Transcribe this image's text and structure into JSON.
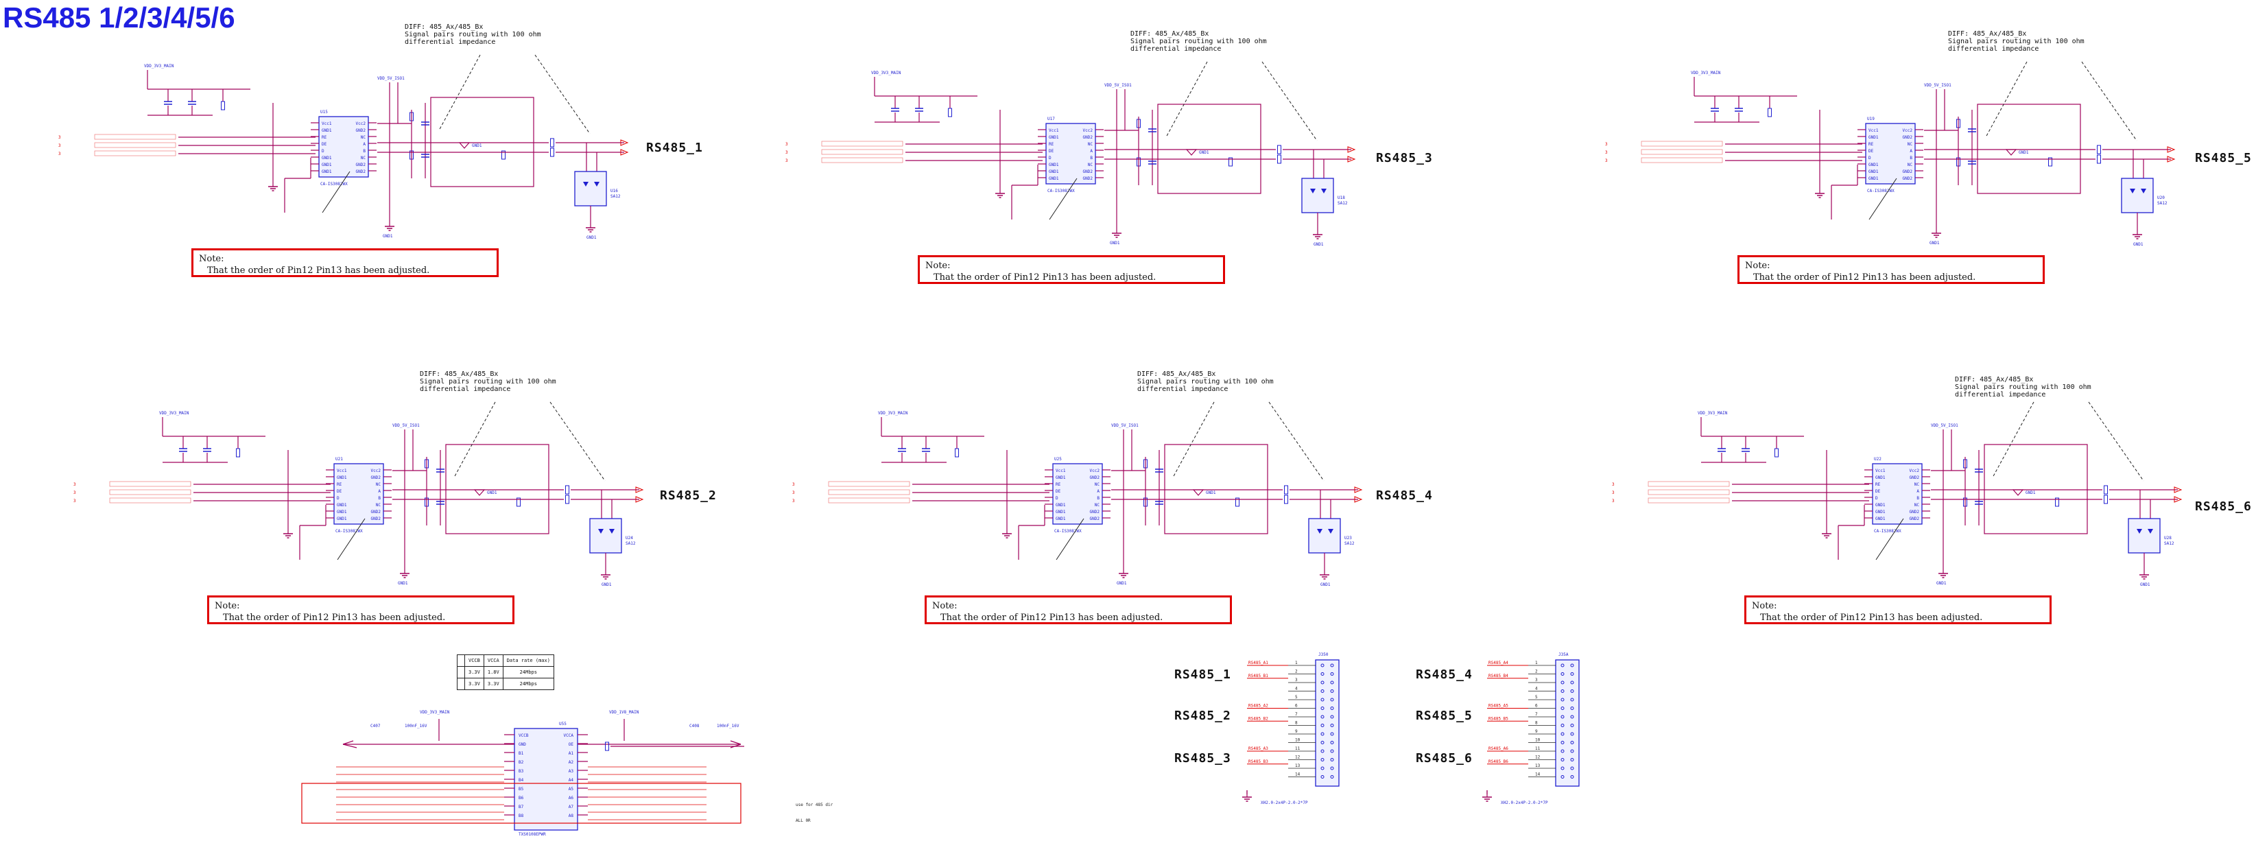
{
  "title": "RS485 1/2/3/4/5/6",
  "note": {
    "line1": "Note:",
    "line2": "That the order of Pin12 Pin13 has been adjusted."
  },
  "diff": {
    "line1": "DIFF: 485_Ax/485_Bx",
    "line2": "Signal pairs routing with 100 ohm",
    "line3": "differential impedance"
  },
  "channels": [
    {
      "label": "RS485_1",
      "ic": "U15",
      "part": "CA-IS3082WX",
      "supply": "VDD_3V3_MAIN",
      "iso": "VDD_5V_ISO1",
      "gnd": "GND1",
      "tvs": "U16",
      "tvs_part": "SA12"
    },
    {
      "label": "RS485_3",
      "ic": "U17",
      "part": "CA-IS3082WX",
      "supply": "VDD_3V3_MAIN",
      "iso": "VDD_5V_ISO1",
      "gnd": "GND1",
      "tvs": "U18",
      "tvs_part": "SA12"
    },
    {
      "label": "RS485_5",
      "ic": "U19",
      "part": "CA-IS3082WX",
      "supply": "VDD_3V3_MAIN",
      "iso": "VDD_5V_ISO1",
      "gnd": "GND1",
      "tvs": "U20",
      "tvs_part": "SA12"
    },
    {
      "label": "RS485_2",
      "ic": "U21",
      "part": "CA-IS3082WX",
      "supply": "VDD_3V3_MAIN",
      "iso": "VDD_5V_ISO1",
      "gnd": "GND1",
      "tvs": "U24",
      "tvs_part": "SA12"
    },
    {
      "label": "RS485_4",
      "ic": "U25",
      "part": "CA-IS3082WX",
      "supply": "VDD_3V3_MAIN",
      "iso": "VDD_5V_ISO1",
      "gnd": "GND1",
      "tvs": "U23",
      "tvs_part": "SA12"
    },
    {
      "label": "RS485_6",
      "ic": "U22",
      "part": "CA-IS3082WX",
      "supply": "VDD_3V3_MAIN",
      "iso": "VDD_5V_ISO1",
      "gnd": "GND1",
      "tvs": "U28",
      "tvs_part": "SA12"
    }
  ],
  "ic_pins_left": [
    "Vcc1",
    "GND1",
    "RE",
    "DE",
    "D",
    "GND1",
    "GND1",
    "GND1"
  ],
  "ic_pins_right": [
    "Vcc2",
    "GND2",
    "NC",
    "A",
    "B",
    "NC",
    "GND2",
    "GND2"
  ],
  "translator": {
    "ref": "U55",
    "part": "TXS0108EPWR",
    "supply_a": "VDD_3V3_MAIN",
    "supply_b": "VDD_1V8_MAIN",
    "cap_a": "C407",
    "cap_b": "C408",
    "cap_value": "100nF_16V",
    "pins_left": [
      "VCCB",
      "GND",
      "B1",
      "B2",
      "B3",
      "B4",
      "B5",
      "B6",
      "B7",
      "B8"
    ],
    "pins_right": [
      "VCCA",
      "OE",
      "A1",
      "A2",
      "A3",
      "A4",
      "A5",
      "A6",
      "A7",
      "A8"
    ],
    "note": "use for 485 dir",
    "footnote": "ALL 0R"
  },
  "table": {
    "headers": [
      "VCCB",
      "VCCA",
      "Data rate (max)"
    ],
    "rows": [
      [
        "3.3V",
        "1.8V",
        "24Mbps"
      ],
      [
        "3.3V",
        "3.3V",
        "24Mbps"
      ]
    ]
  },
  "connectors": [
    {
      "ref": "J350",
      "part": "XH2.0-2x4P-2.0-2*7P",
      "groups": [
        "RS485_1",
        "RS485_2",
        "RS485_3"
      ],
      "nets": [
        "RS485_A1",
        "RS485_B1",
        "RS485_A2",
        "RS485_B2",
        "RS485_A3",
        "RS485_B3"
      ]
    },
    {
      "ref": "J35A",
      "part": "XH2.0-2x4P-2.0-2*7P",
      "groups": [
        "RS485_4",
        "RS485_5",
        "RS485_6"
      ],
      "nets": [
        "RS485_A4",
        "RS485_B4",
        "RS485_A5",
        "RS485_B5",
        "RS485_A6",
        "RS485_B6"
      ]
    }
  ],
  "colors": {
    "title": "#1f1fe0",
    "wire": "#a0005a",
    "net": "#e00000",
    "part": "#1f1fd0",
    "note_border": "#e00000"
  }
}
